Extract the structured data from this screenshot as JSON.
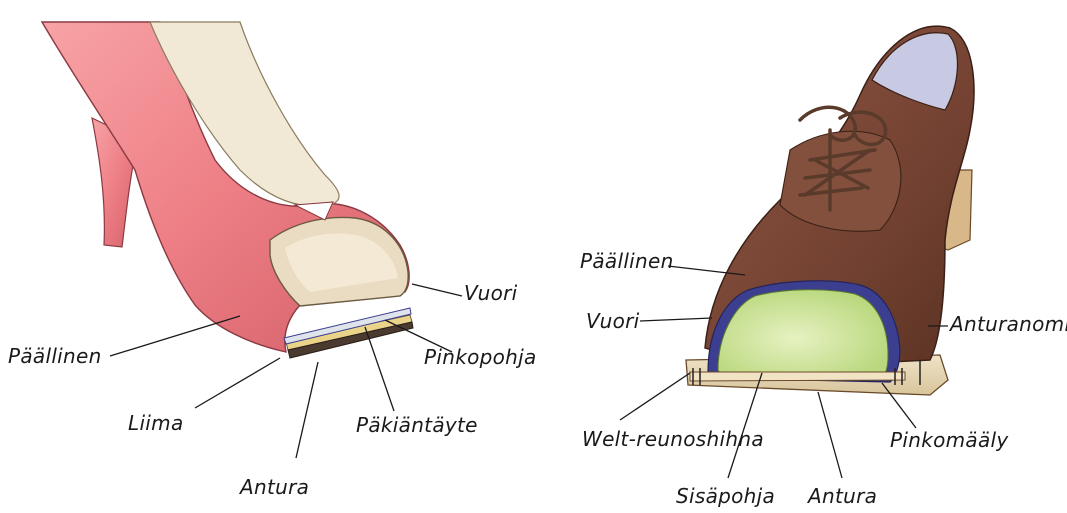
{
  "left_diagram": {
    "labels": {
      "paallinen": "Päällinen",
      "vuori": "Vuori",
      "pinkopohja": "Pinkopohja",
      "pakiantayte": "Päkiäntäyte",
      "liima": "Liima",
      "antura": "Antura"
    }
  },
  "right_diagram": {
    "labels": {
      "paallinen": "Päällinen",
      "vuori": "Vuori",
      "anturanommel": "Anturanommel",
      "welt": "Welt-reunoshihna",
      "pinkomaaly": "Pinkomääly",
      "sisapohja": "Sisäpohja",
      "antura": "Antura"
    }
  },
  "colors": {
    "heel_pink": "#ee7f86",
    "heel_pink_dark": "#c9545e",
    "lining_cream": "#e9dcc2",
    "filler_yellow": "#e9d48a",
    "oxford_brown": "#7a4634",
    "oxford_brown_dark": "#4e2a1e",
    "insole_green": "#cfe59a",
    "lining_blue": "#3c3f8f",
    "sole_tan": "#e8d8b6"
  }
}
